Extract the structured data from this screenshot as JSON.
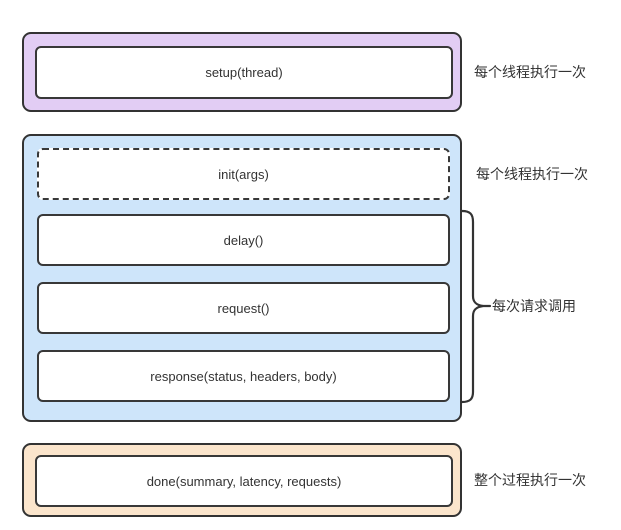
{
  "diagram": {
    "title_hint": "script lifecycle diagram",
    "setup_section": {
      "box_label": "setup(thread)",
      "annotation": "每个线程执行一次",
      "fill": "#e2cdf4"
    },
    "thread_section": {
      "init_label": "init(args)",
      "delay_label": "delay()",
      "request_label": "request()",
      "response_label": "response(status, headers, body)",
      "annotation_init": "每个线程执行一次",
      "annotation_request_loop": "每次请求调用",
      "fill": "#cee5fa"
    },
    "done_section": {
      "box_label": "done(summary, latency, requests)",
      "annotation": "整个过程执行一次",
      "fill": "#fbe5cc"
    },
    "colors": {
      "border": "#333333",
      "box_background": "#ffffff",
      "text": "#333333"
    }
  }
}
